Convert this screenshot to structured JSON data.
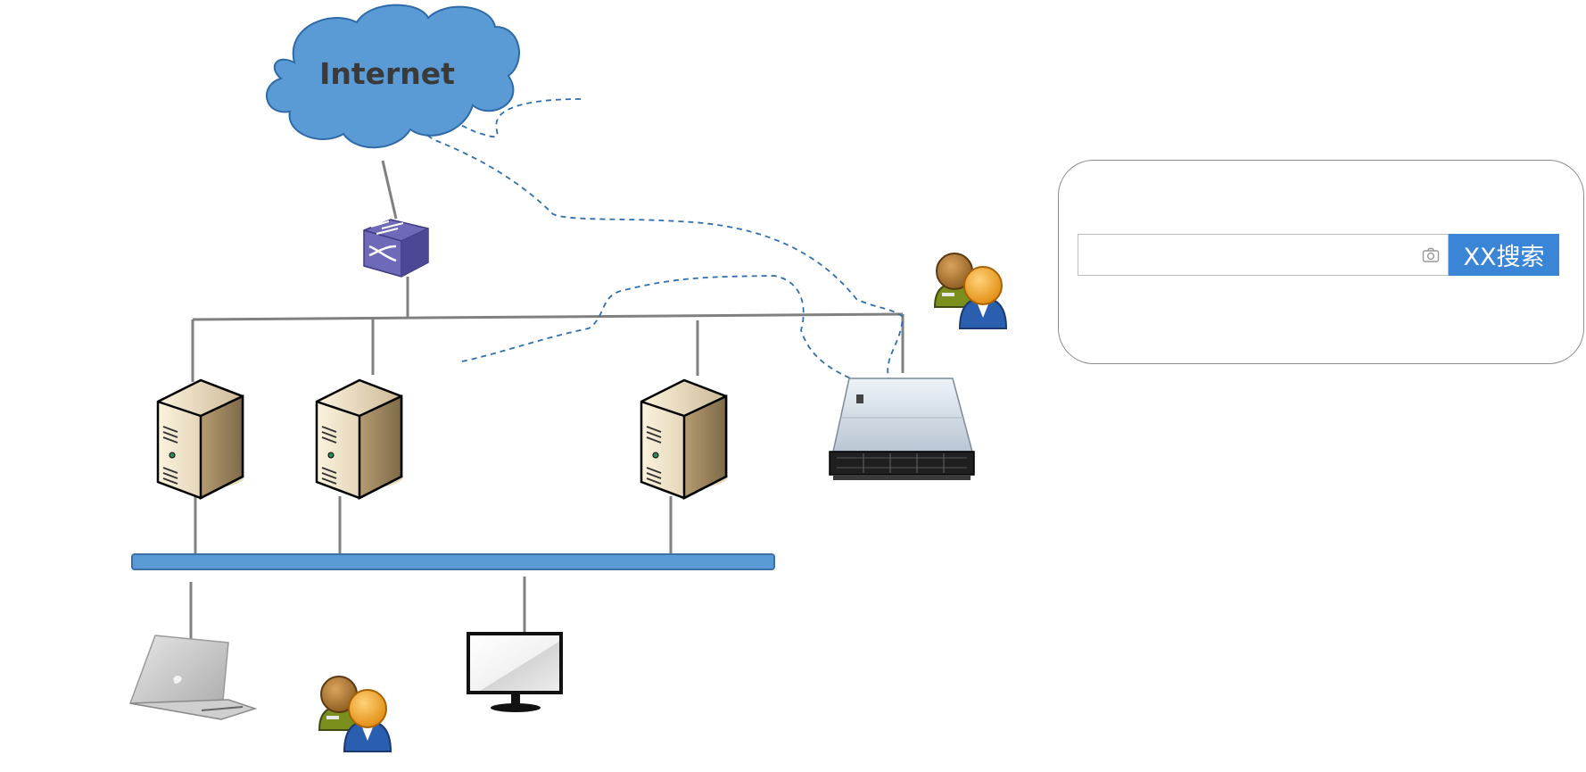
{
  "diagram": {
    "cloud_label": "Internet",
    "nodes": [
      {
        "id": "cloud",
        "kind": "cloud",
        "icon": "cloud-icon"
      },
      {
        "id": "switch",
        "kind": "network-switch",
        "icon": "switch-icon"
      },
      {
        "id": "server-1",
        "kind": "tower-server",
        "icon": "tower-server-icon"
      },
      {
        "id": "server-2",
        "kind": "tower-server",
        "icon": "tower-server-icon"
      },
      {
        "id": "server-3",
        "kind": "tower-server",
        "icon": "tower-server-icon"
      },
      {
        "id": "storage",
        "kind": "rack-storage-server",
        "icon": "rack-server-icon"
      },
      {
        "id": "users-top",
        "kind": "user-group",
        "icon": "users-icon"
      },
      {
        "id": "laptop",
        "kind": "laptop",
        "icon": "laptop-icon"
      },
      {
        "id": "users-bottom",
        "kind": "user-group",
        "icon": "users-icon"
      },
      {
        "id": "monitor",
        "kind": "monitor",
        "icon": "monitor-icon"
      }
    ],
    "colors": {
      "cloud": "#5b9bd5",
      "bus": "#5b9bd5",
      "dashed_path": "#2e6fb0",
      "wire": "#808080",
      "switch": "#6e6ab8"
    }
  },
  "search": {
    "input_value": "",
    "input_placeholder": "",
    "button_label": "XX搜索",
    "icon": "camera-icon",
    "accent": "#3b85d6"
  }
}
